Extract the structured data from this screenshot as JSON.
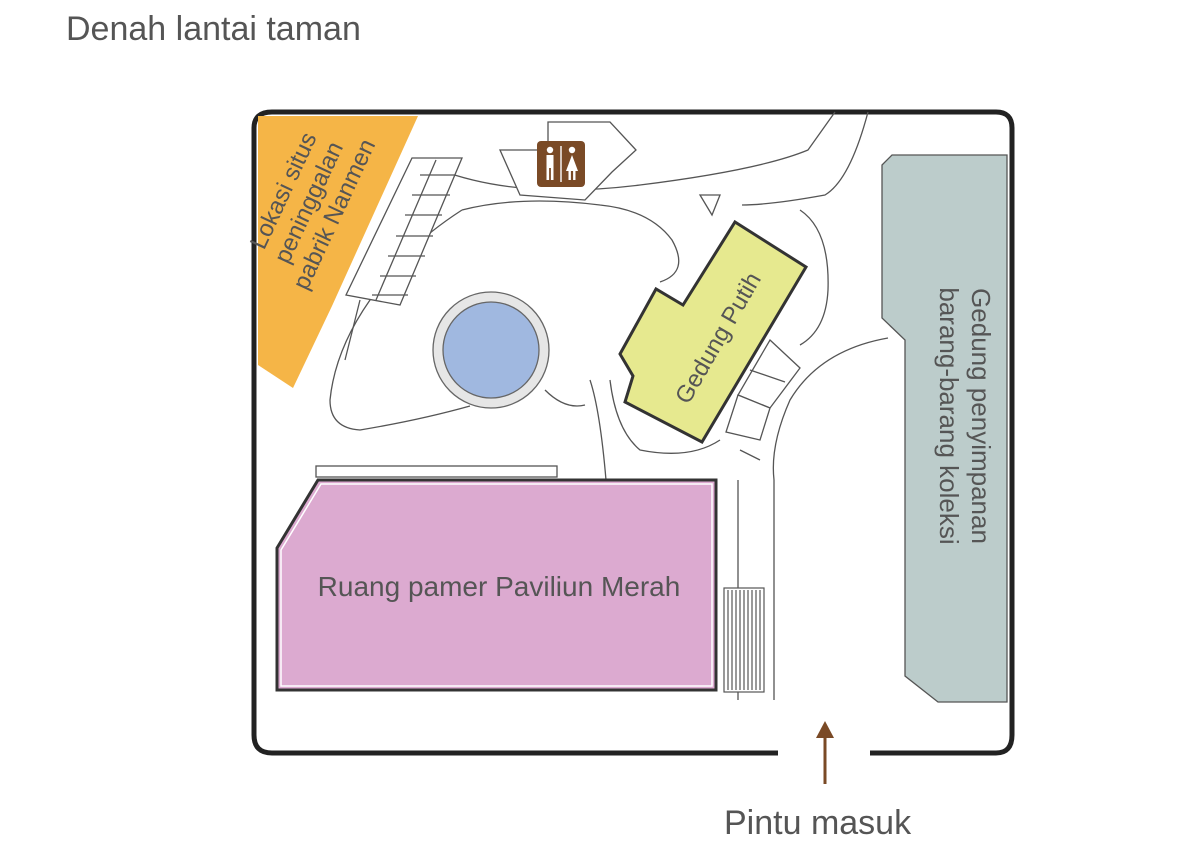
{
  "title": "Denah lantai taman",
  "areas": {
    "nanmen": {
      "lines": [
        "Lokasi situs",
        "peninggalan",
        "pabrik Nanmen"
      ],
      "color": "#f5b547"
    },
    "white_house": {
      "label": "Gedung Putih",
      "color": "#e6e98f"
    },
    "red_pavilion": {
      "label": "Ruang pamer Paviliun Merah",
      "color": "#dcaad0"
    },
    "storage": {
      "lines": [
        "Gedung penyimpanan",
        "barang-barang koleksi"
      ],
      "color": "#bccccb"
    },
    "pond": {
      "color": "#a0b8e0"
    }
  },
  "restroom": {
    "icon": "restroom-icon",
    "color": "#7a4a26"
  },
  "entrance": {
    "label": "Pintu masuk",
    "arrow_color": "#7a4a26"
  }
}
